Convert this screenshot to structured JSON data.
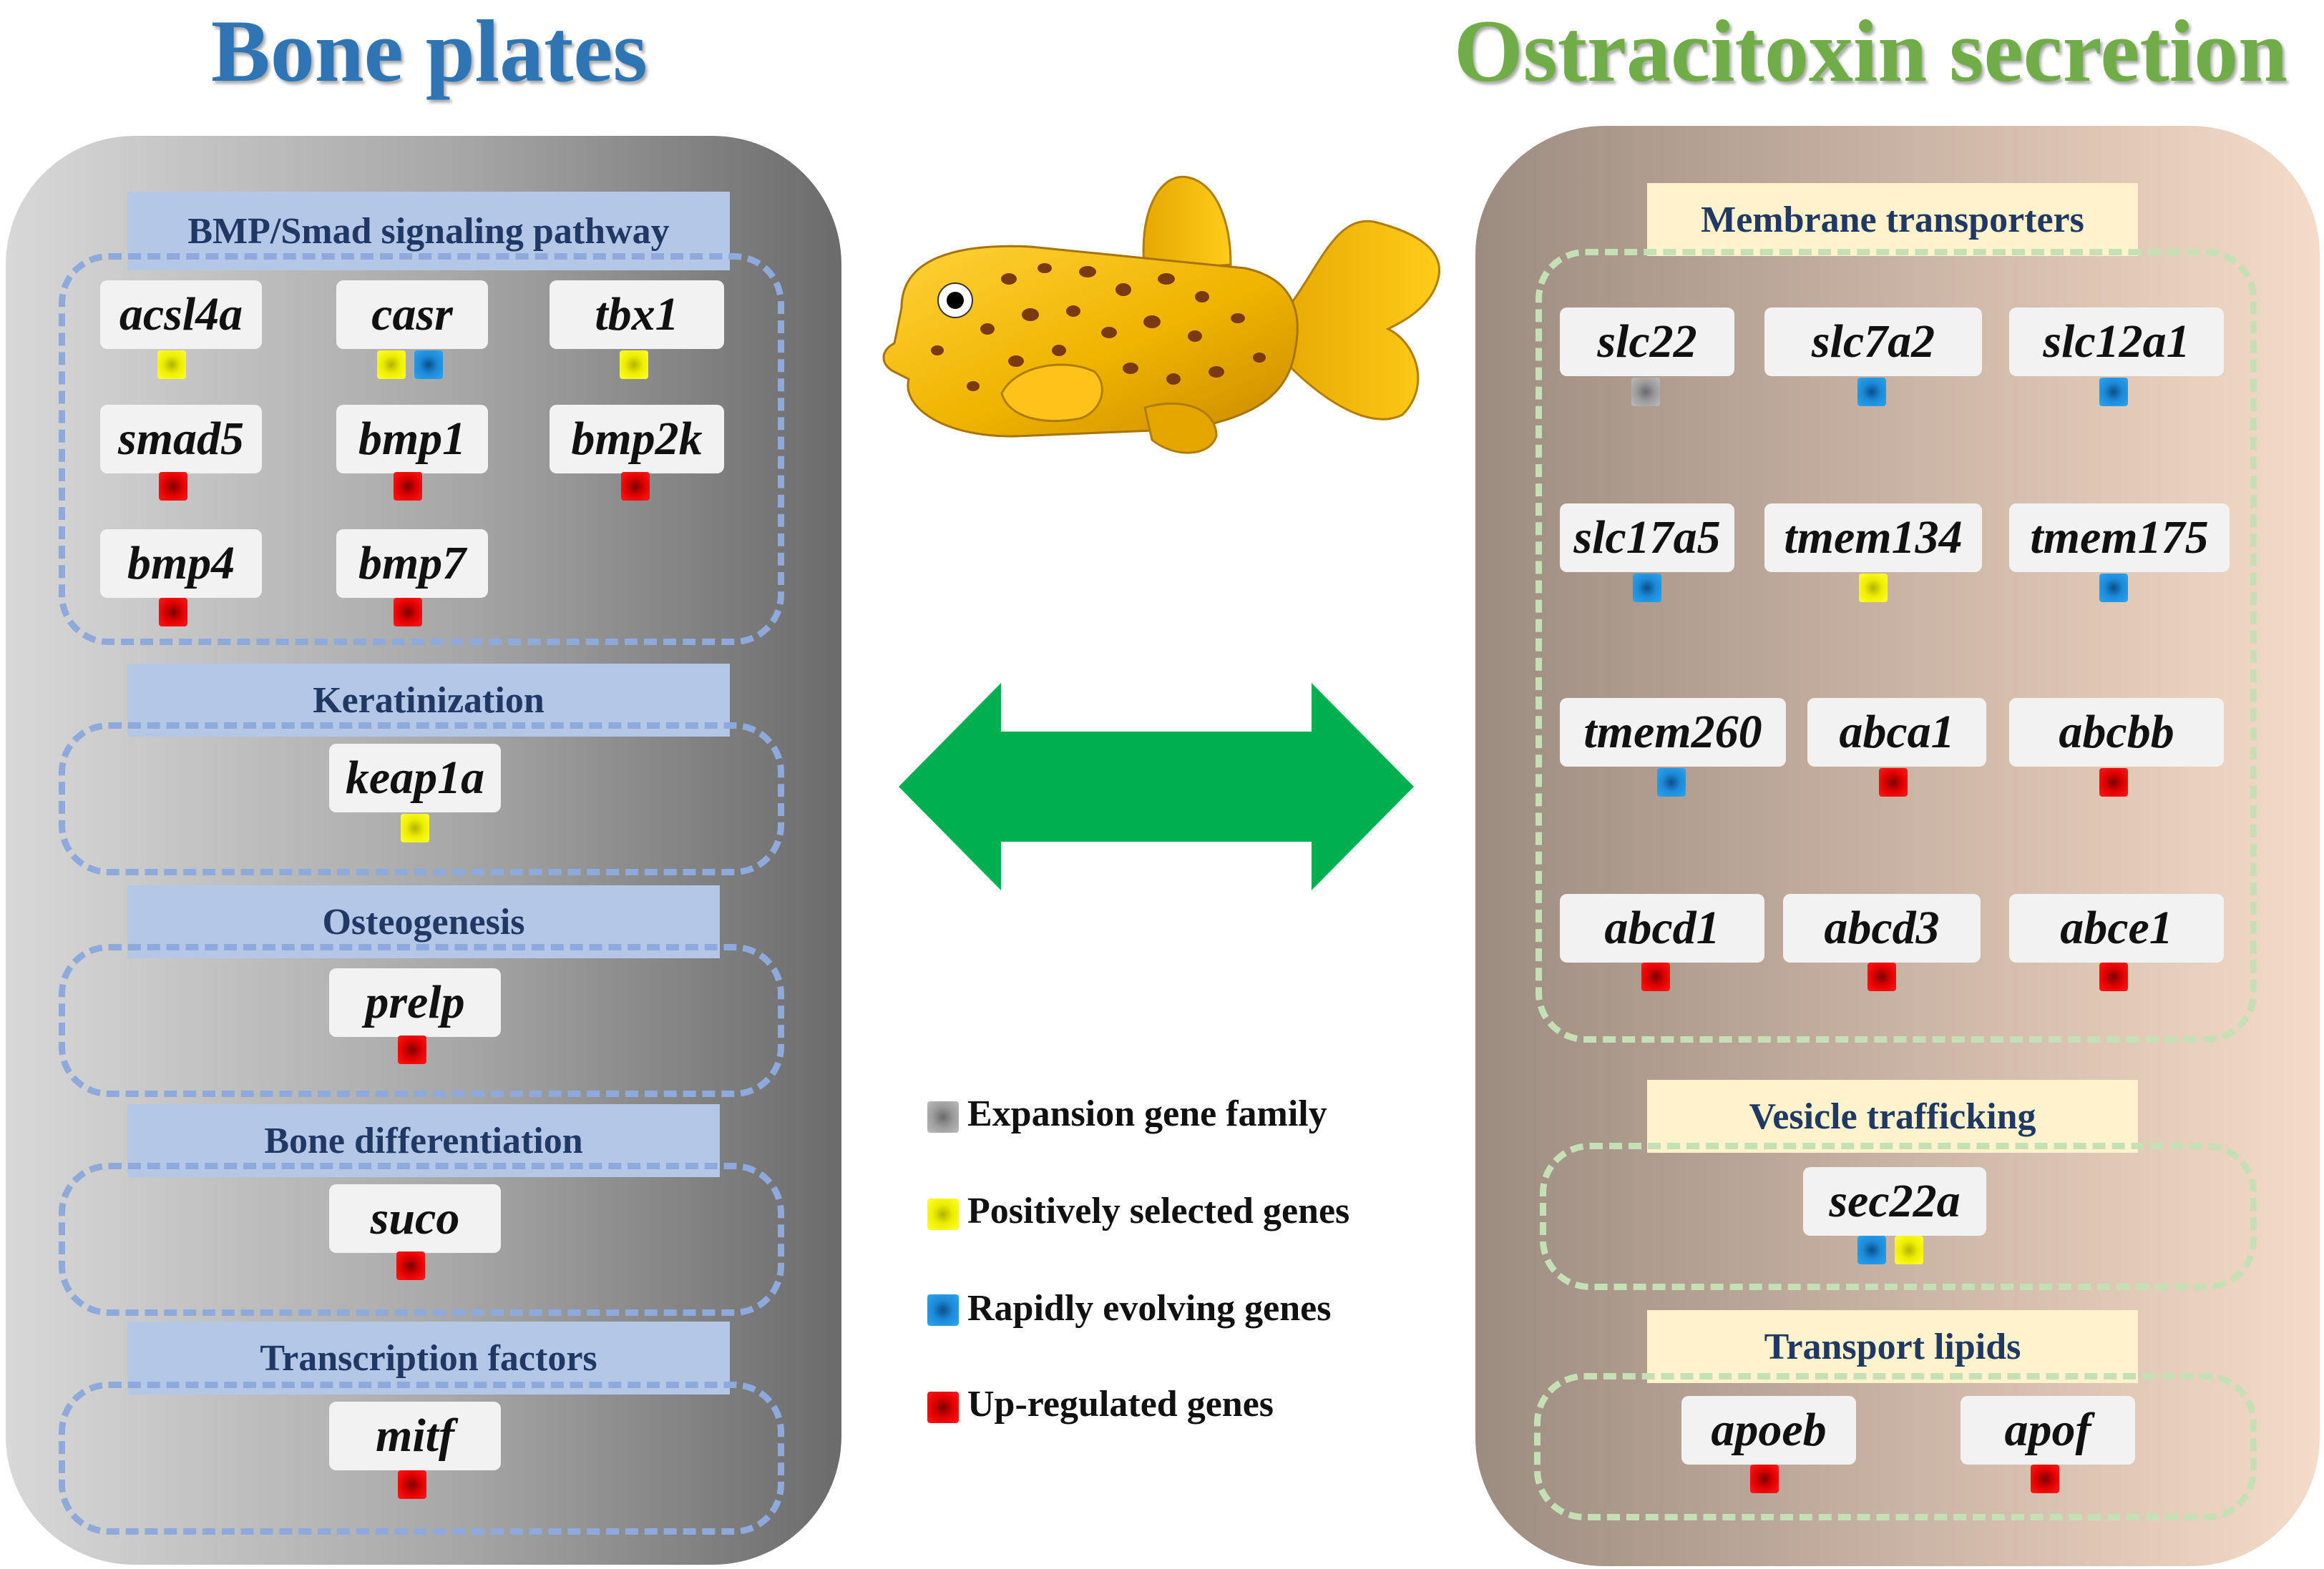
{
  "left_title": "Bone plates",
  "right_title": "Ostracitoxin secretion",
  "colors": {
    "left_title": "#2e75b6",
    "right_title": "#70ad47",
    "arrow": "#00b050",
    "fish_body": "#f0b400"
  },
  "left_panel": {
    "categories": [
      {
        "header": "BMP/Smad signaling pathway",
        "genes": [
          "acsl4a",
          "casr",
          "tbx1",
          "smad5",
          "bmp1",
          "bmp2k",
          "bmp4",
          "bmp7"
        ]
      },
      {
        "header": "Keratinization",
        "genes": [
          "keap1a"
        ]
      },
      {
        "header": "Osteogenesis",
        "genes": [
          "prelp"
        ]
      },
      {
        "header": "Bone differentiation",
        "genes": [
          "suco"
        ]
      },
      {
        "header": "Transcription factors",
        "genes": [
          "mitf"
        ]
      }
    ]
  },
  "right_panel": {
    "categories": [
      {
        "header": "Membrane transporters",
        "genes": [
          "slc22",
          "slc7a2",
          "slc12a1",
          "slc17a5",
          "tmem134",
          "tmem175",
          "tmem260",
          "abca1",
          "abcbb",
          "abcd1",
          "abcd3",
          "abce1"
        ]
      },
      {
        "header": "Vesicle trafficking",
        "genes": [
          "sec22a"
        ]
      },
      {
        "header": "Transport lipids",
        "genes": [
          "apoeb",
          "apof"
        ]
      }
    ]
  },
  "legend": [
    {
      "label": "Expansion gene family",
      "color": "#9a9a9a"
    },
    {
      "label": "Positively selected genes",
      "color": "#eeee00"
    },
    {
      "label": "Rapidly evolving genes",
      "color": "#1c8ad8"
    },
    {
      "label": "Up-regulated genes",
      "color": "#e00000"
    }
  ]
}
